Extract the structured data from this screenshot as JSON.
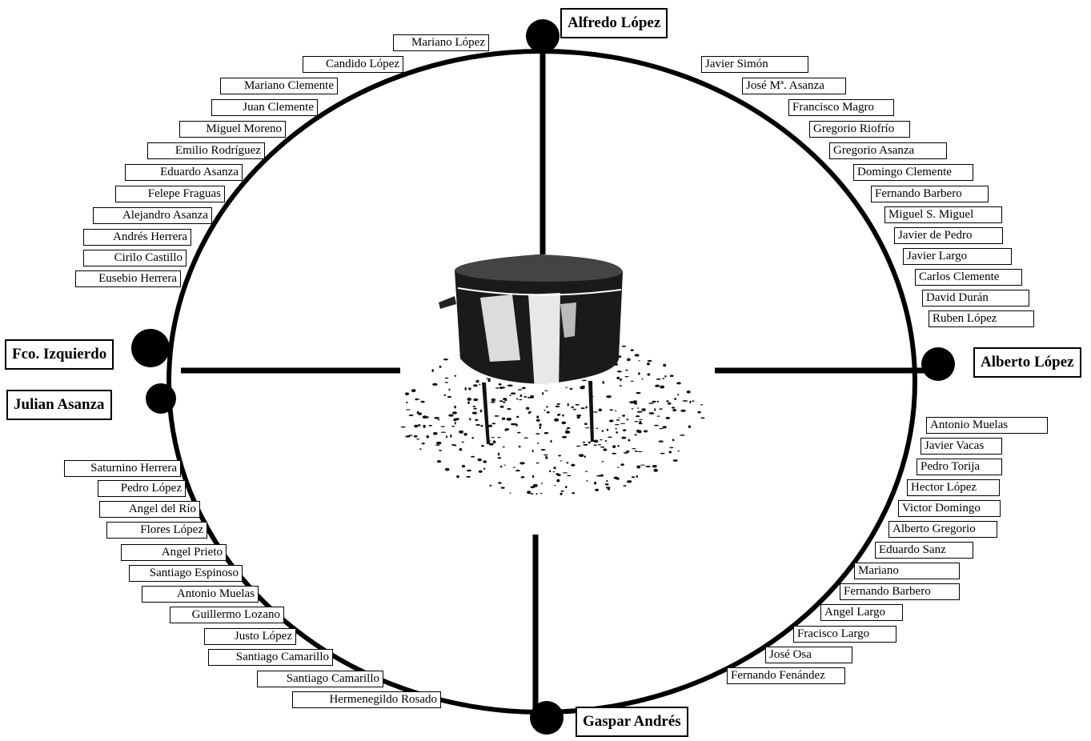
{
  "leaders": {
    "top": "Alfredo López",
    "left_upper": "Fco. Izquierdo",
    "left_lower": "Julian Asanza",
    "right": "Alberto López",
    "bottom": "Gaspar Andrés"
  },
  "groups": {
    "top_left": [
      "Mariano López",
      "Candido López",
      "Mariano Clemente",
      "Juan Clemente",
      "Miguel Moreno",
      "Emilio Rodríguez",
      "Eduardo Asanza",
      "Felepe Fraguas",
      "Alejandro Asanza",
      "Andrés Herrera",
      "Cirilo Castillo",
      "Eusebio Herrera"
    ],
    "top_right": [
      "Javier Simón",
      "José Mª. Asanza",
      "Francisco Magro",
      "Gregorio Riofrío",
      "Gregorio Asanza",
      "Domingo Clemente",
      "Fernando Barbero",
      "Miguel S. Miguel",
      "Javier de Pedro",
      "Javier Largo",
      "Carlos Clemente",
      "David Durán",
      "Ruben López"
    ],
    "bottom_left": [
      "Saturnino Herrera",
      "Pedro López",
      "Angel del Río",
      "Flores López",
      "Angel Prieto",
      "Santiago Espinoso",
      "Antonio Muelas",
      "Guillermo Lozano",
      "Justo López",
      "Santiago Camarillo",
      "Santiago Camarillo",
      "Hermenegildo Rosado"
    ],
    "bottom_right": [
      "Antonio Muelas",
      "Javier Vacas",
      "Pedro Torija",
      "Hector López",
      "Victor Domingo",
      "Alberto Gregorio",
      "Eduardo Sanz",
      "Mariano",
      "Fernando Barbero",
      "Angel Largo",
      "Fracisco Largo",
      "José Osa",
      "Fernando Fenández"
    ]
  },
  "center_image": "cauldron-on-tripod"
}
